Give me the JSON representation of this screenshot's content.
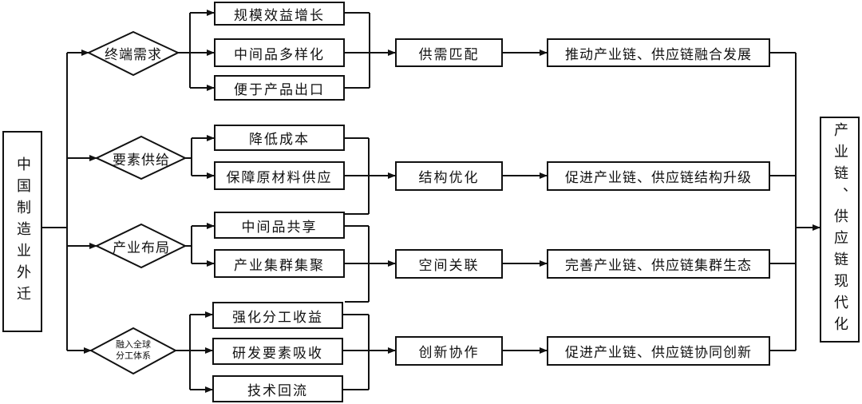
{
  "source": "中国制造业外迁",
  "target": "产业链、供应链现代化",
  "channels": [
    {
      "label": "终端需求",
      "factors": [
        "规模效益增长",
        "中间品多样化",
        "便于产品出口"
      ],
      "mechanism": "供需匹配",
      "outcome": "推动产业链、供应链融合发展"
    },
    {
      "label": "要素供给",
      "factors": [
        "降低成本",
        "保障原材料供应"
      ],
      "mechanism": "结构优化",
      "outcome": "促进产业链、供应链结构升级"
    },
    {
      "label": "产业布局",
      "factors": [
        "中间品共享",
        "产业集群集聚"
      ],
      "mechanism": "空间关联",
      "outcome": "完善产业链、供应链集群生态"
    },
    {
      "label_line1": "融入全球",
      "label_line2": "分工体系",
      "factors": [
        "强化分工收益",
        "研发要素吸收",
        "技术回流"
      ],
      "mechanism": "创新协作",
      "outcome": "促进产业链、供应链协同创新"
    }
  ]
}
